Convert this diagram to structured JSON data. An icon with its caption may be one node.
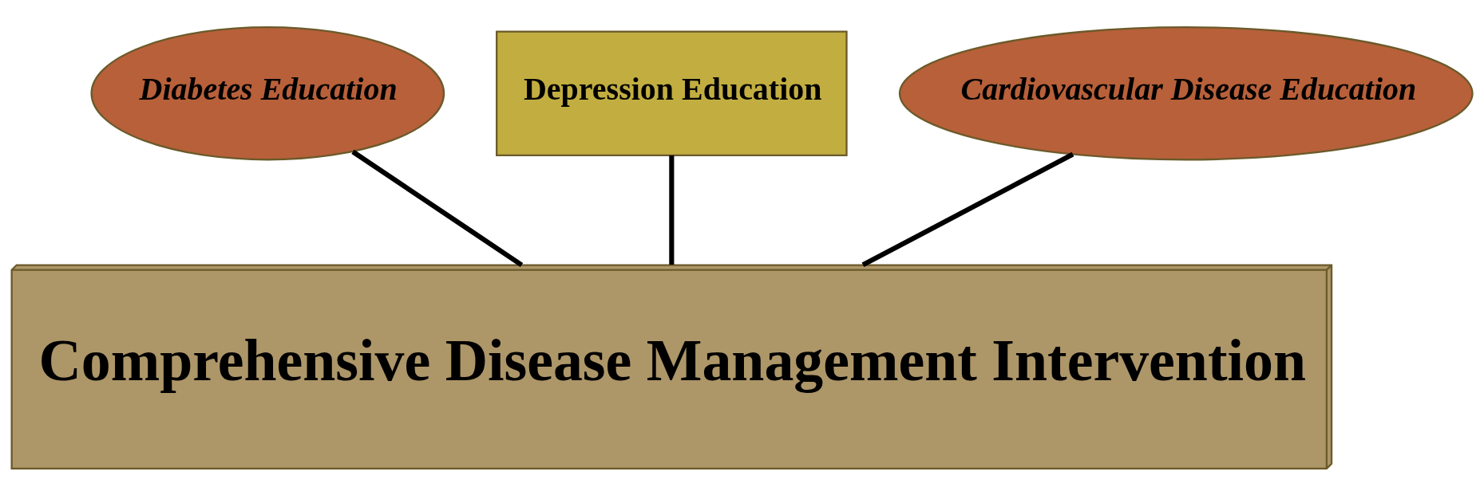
{
  "diagram": {
    "nodes": [
      {
        "text": [
          "Diabetes Education"
        ]
      },
      {
        "text": [
          "Depression Education"
        ]
      },
      {
        "text": [
          "Cardiovascular Disease Education"
        ]
      },
      {
        "text": [
          "Comprehensive Disease Management Intervention"
        ]
      }
    ],
    "edges": [
      {
        "from": 0,
        "to": 3,
        "arrow": "none"
      },
      {
        "from": 1,
        "to": 3,
        "arrow": "none"
      },
      {
        "from": 2,
        "to": 3,
        "arrow": "none"
      }
    ]
  }
}
